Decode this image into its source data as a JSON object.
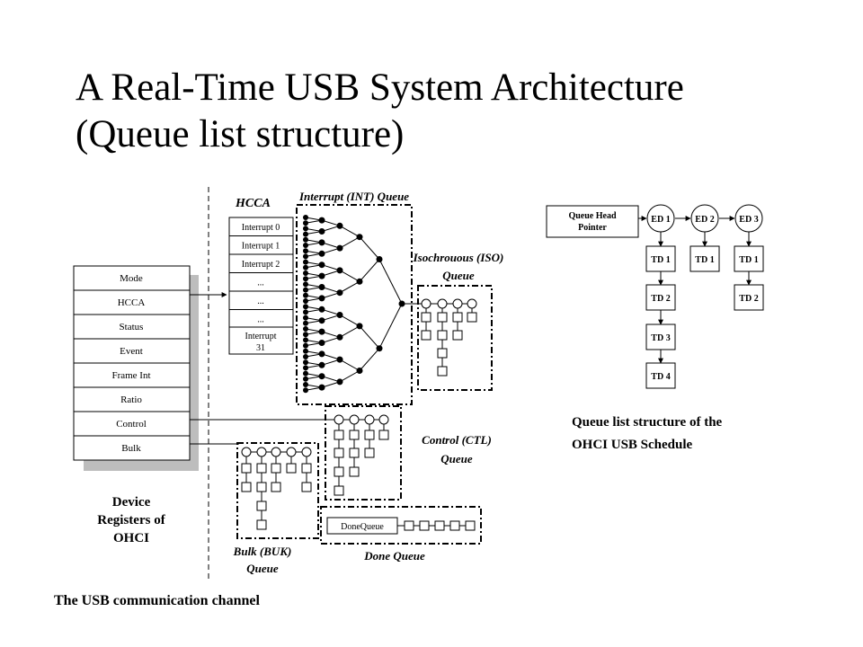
{
  "slide": {
    "title_line1": "A Real-Time USB System Architecture",
    "title_line2": "(Queue list structure)"
  },
  "left_diagram": {
    "registers": [
      "Mode",
      "HCCA",
      "Status",
      "Event",
      "Frame Int",
      "Ratio",
      "Control",
      "Bulk"
    ],
    "registers_caption": [
      "Device",
      "Registers of",
      "OHCI"
    ],
    "hcca_title": "HCCA",
    "hcca_entries": [
      "Interrupt 0",
      "Interrupt 1",
      "Interrupt 2",
      "...",
      "...",
      "..."
    ],
    "hcca_last_entry": [
      "Interrupt",
      "31"
    ],
    "int_queue_label": "Interrupt (INT) Queue",
    "iso_queue_label": [
      "Isochrouous (ISO)",
      "Queue"
    ],
    "ctl_queue_label": [
      "Control (CTL)",
      "Queue"
    ],
    "bulk_queue_label": [
      "Bulk (BUK)",
      "Queue"
    ],
    "done_queue_label": "Done Queue",
    "done_queue_head": "DoneQueue",
    "caption": "The USB communication channel"
  },
  "right_diagram": {
    "head_pointer": [
      "Queue Head",
      "Pointer"
    ],
    "eds": [
      "ED 1",
      "ED 2",
      "ED 3"
    ],
    "ed1_tds": [
      "TD 1",
      "TD 2",
      "TD 3",
      "TD 4"
    ],
    "ed2_tds": [
      "TD 1"
    ],
    "ed3_tds": [
      "TD 1",
      "TD 2"
    ],
    "caption_line1": "Queue list structure of the",
    "caption_line2": "OHCI USB Schedule"
  }
}
